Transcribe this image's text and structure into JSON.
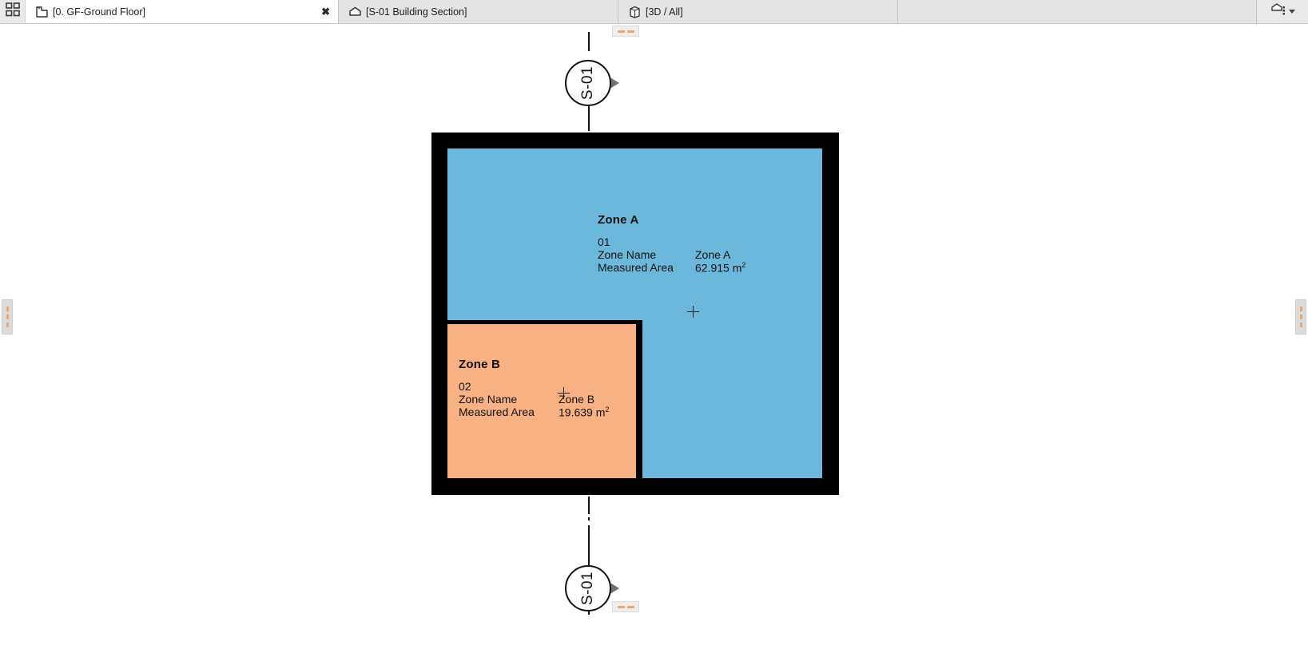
{
  "colors": {
    "zone_a_fill": "#6cb8dd",
    "zone_b_fill": "#f7b183",
    "wall": "#000000",
    "handle_accent": "#e8a977",
    "tab_active_bg": "#ffffff",
    "tab_bar_bg": "#e9e9e9"
  },
  "tab_bar": {
    "grid_button_icon": "grid-view-icon",
    "tabs": [
      {
        "label": "[0. GF-Ground Floor]",
        "icon": "floor-plan-icon",
        "active": true,
        "closable": true,
        "close_label": "✖"
      },
      {
        "label": "[S-01 Building Section]",
        "icon": "section-icon",
        "active": false,
        "closable": false
      },
      {
        "label": "[3D / All]",
        "icon": "3d-box-icon",
        "active": false,
        "closable": false
      }
    ],
    "right_controls": {
      "view_icon": "view-stack-icon",
      "dropdown_icon": "chevron-down-icon"
    }
  },
  "canvas": {
    "pane_handle_left": "pane-resize-handle-left",
    "pane_handle_right": "pane-resize-handle-right",
    "edge_marker_top": "marker-top",
    "edge_marker_bottom": "marker-bottom"
  },
  "section_markers": {
    "top": {
      "id": "S-01",
      "direction": "right"
    },
    "bottom": {
      "id": "S-01",
      "direction": "right"
    }
  },
  "zones": [
    {
      "key": "zone_a",
      "title": "Zone A",
      "number": "01",
      "rows": [
        {
          "key": "Zone Name",
          "value": "Zone A"
        },
        {
          "key": "Measured Area",
          "value": "62.915 m",
          "sup": "2"
        }
      ]
    },
    {
      "key": "zone_b",
      "title": "Zone B",
      "number": "02",
      "rows": [
        {
          "key": "Zone Name",
          "value": "Zone B"
        },
        {
          "key": "Measured Area",
          "value": "19.639 m",
          "sup": "2"
        }
      ]
    }
  ]
}
